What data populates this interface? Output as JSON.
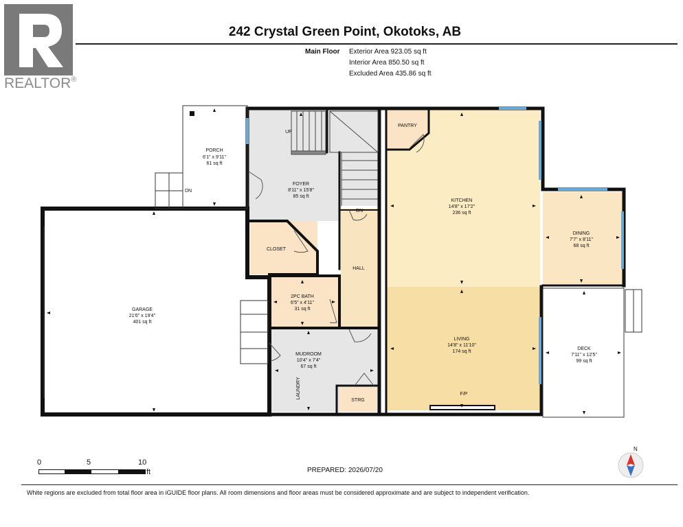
{
  "header": {
    "title": "242 Crystal Green Point, Okotoks, AB",
    "floor_label": "Main Floor",
    "exterior_area": "Exterior Area 923.05 sq ft",
    "interior_area": "Interior Area 850.50 sq ft",
    "excluded_area": "Excluded Area 435.86 sq ft"
  },
  "logo": {
    "text": "REALTOR",
    "reg": "®"
  },
  "rooms": {
    "porch": {
      "name": "PORCH",
      "dims": "6'1\" x 9'11\"",
      "area": "61 sq ft"
    },
    "foyer": {
      "name": "FOYER",
      "dims": "8'11\" x 15'8\"",
      "area": "85 sq ft"
    },
    "garage": {
      "name": "GARAGE",
      "dims": "21'6\" x 19'4\"",
      "area": "401 sq ft"
    },
    "closet": {
      "name": "CLOSET"
    },
    "bath": {
      "name": "2PC BATH",
      "dims": "6'5\" x 4'11\"",
      "area": "31 sq ft"
    },
    "hall": {
      "name": "HALL"
    },
    "mudroom": {
      "name": "MUDROOM",
      "dims": "10'4\" x 7'4\"",
      "area": "67 sq ft"
    },
    "laundry": {
      "name": "LAUNDRY"
    },
    "strg": {
      "name": "STRG"
    },
    "pantry": {
      "name": "PANTRY"
    },
    "kitchen": {
      "name": "KITCHEN",
      "dims": "14'8\" x 17'2\"",
      "area": "236 sq ft"
    },
    "living": {
      "name": "LIVING",
      "dims": "14'8\" x 11'10\"",
      "area": "174 sq ft"
    },
    "fp": {
      "name": "F/P"
    },
    "dining": {
      "name": "DINING",
      "dims": "7'7\" x 8'11\"",
      "area": "68 sq ft"
    },
    "deck": {
      "name": "DECK",
      "dims": "7'11\" x 12'5\"",
      "area": "99 sq ft"
    }
  },
  "stairs": {
    "up": "UP",
    "dn_porch": "DN",
    "dn_hall": "DN"
  },
  "scale": {
    "zero": "0",
    "five": "5",
    "ten": "10",
    "unit": "ft"
  },
  "compass": {
    "north": "N"
  },
  "footer": {
    "prepared": "PREPARED: 2026/07/20",
    "disclaimer": "White regions are excluded from total floor area in iGUIDE floor plans. All room dimensions and floor areas must be considered approximate and are subject to independent verification."
  },
  "colors": {
    "kitchen": "#fcecc4",
    "living": "#f6dea4",
    "dining": "#fbe6c4",
    "pantry": "#fbe3c6",
    "closet": "#fbe3c6",
    "bath": "#fbe3c6",
    "hall": "#f8e4bf",
    "grey_rooms": "#e6e6e6",
    "window": "#6aa8d6",
    "wall": "#111111"
  }
}
